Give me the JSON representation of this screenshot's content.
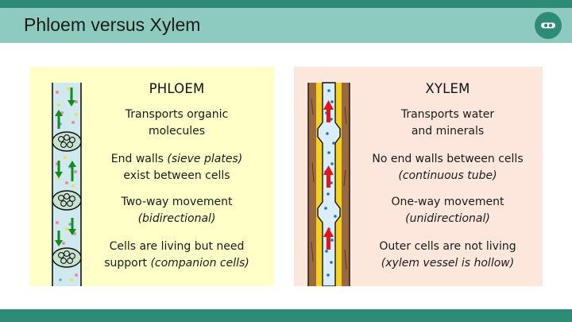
{
  "slide": {
    "title": "Phloem versus Xylem"
  },
  "colors": {
    "accent_dark": "#2e8b74",
    "accent_light": "#8ccbbd",
    "phloem_panel": "#ffffc8",
    "xylem_panel": "#fde7dc",
    "arrow_phloem": "#138a1c",
    "arrow_xylem": "#e0161b"
  },
  "phloem": {
    "heading": "PHLOEM",
    "items": [
      {
        "line1": "Transports organic",
        "line2": "molecules",
        "line2_plain": "",
        "line2_italic": ""
      },
      {
        "line1": "End walls ",
        "line1_italic": "(sieve plates)",
        "line2": "exist between cells"
      },
      {
        "line1": "Two-way movement",
        "line2_italic": "(bidirectional)"
      },
      {
        "line1": "Cells are living but need",
        "line2_plain": "support ",
        "line2_italic": "(companion cells)"
      }
    ]
  },
  "xylem": {
    "heading": "XYLEM",
    "items": [
      {
        "line1": "Transports water",
        "line2": "and minerals"
      },
      {
        "line1": "No end walls between cells",
        "line2_italic": "(continuous tube)"
      },
      {
        "line1": "One-way movement",
        "line2_italic": "(unidirectional)"
      },
      {
        "line1": "Outer cells are not living",
        "line2_italic": "(xylem vessel is hollow)"
      }
    ]
  },
  "icons": {
    "logo": "eyes-logo-icon",
    "phloem_diagram": "phloem-tube-diagram",
    "xylem_diagram": "xylem-vessel-diagram"
  }
}
